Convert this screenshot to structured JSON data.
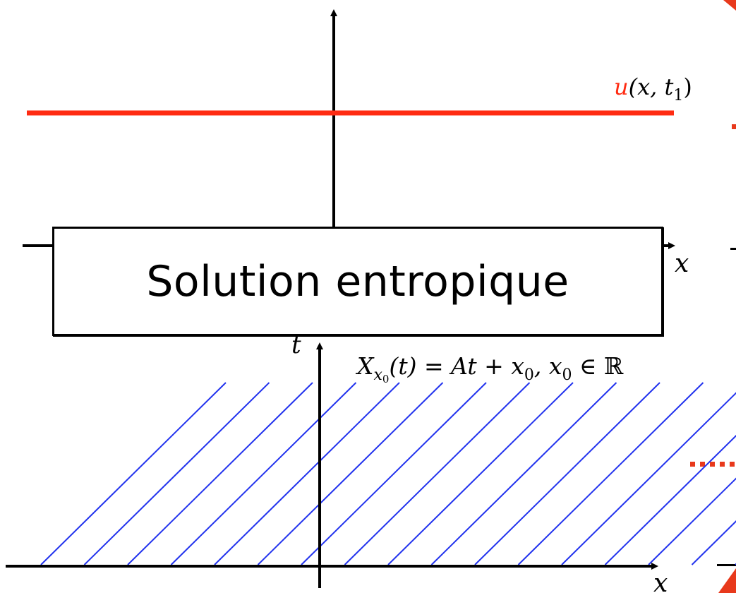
{
  "top_plot": {
    "curve_label_fn": "u",
    "curve_label_args": "(x, t",
    "curve_label_sub": "1",
    "curve_label_close": ")",
    "x_axis_label": "x",
    "curve_color": "#ff2b12"
  },
  "overlay": {
    "title": "Solution entropique"
  },
  "bottom_plot": {
    "t_axis_label": "t",
    "x_axis_label": "x",
    "formula": {
      "lhs": "X",
      "lhs_sub": "x",
      "lhs_subsub": "0",
      "rhs": "(t) = At + x",
      "rhs_sub": "0",
      "condition": ",  x",
      "condition_sub": "0",
      "set": " ∈ ℝ"
    },
    "characteristic_color": "#2233ee",
    "characteristic_count": 17
  },
  "accent_color": "#e8391c"
}
